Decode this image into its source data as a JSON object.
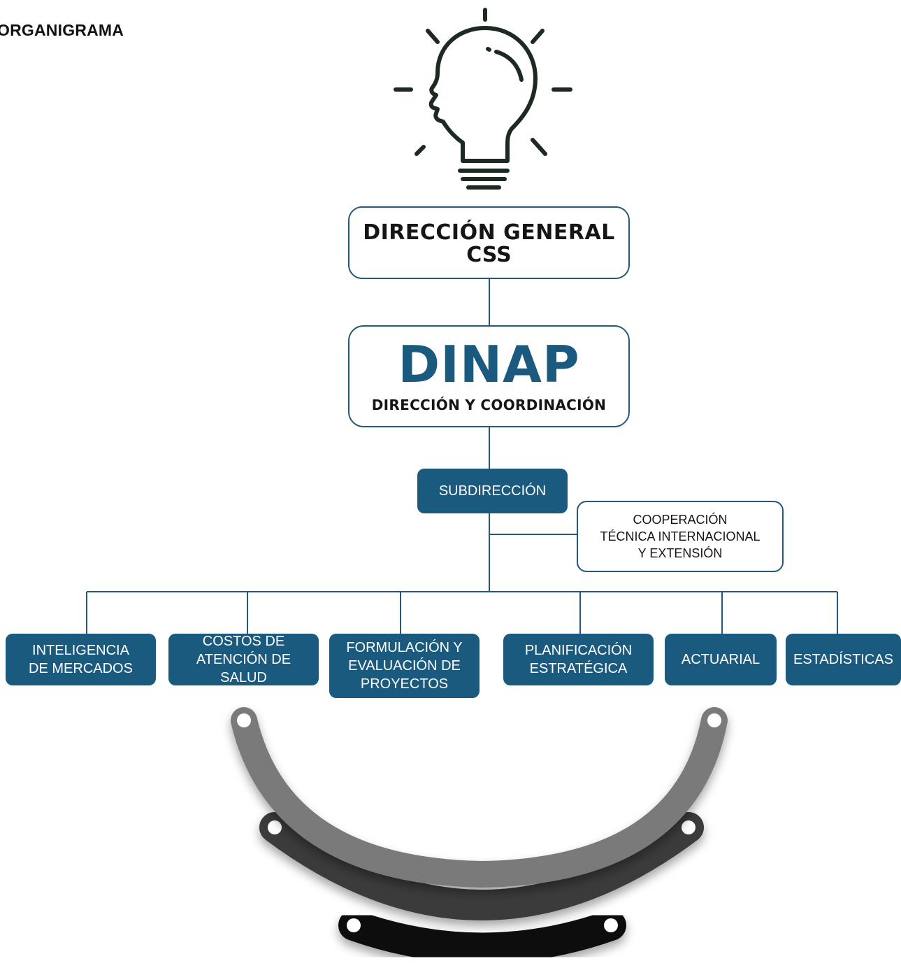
{
  "page": {
    "title": "ORGANIGRAMA"
  },
  "top": {
    "direccion_general": {
      "line1": "DIRECCIÓN GENERAL",
      "line2": "CSS"
    }
  },
  "dinap": {
    "acronym": "DINAP",
    "subtitle": "DIRECCIÓN Y COORDINACIÓN"
  },
  "subdireccion": {
    "label": "SUBDIRECCIÓN"
  },
  "cooperacion": {
    "label": "COOPERACIÓN\nTÉCNICA INTERNACIONAL\nY EXTENSIÓN"
  },
  "units": [
    {
      "label": "INTELIGENCIA\nDE MERCADOS"
    },
    {
      "label": "COSTOS DE\nATENCIÓN DE SALUD"
    },
    {
      "label": "FORMULACIÓN Y\nEVALUACIÓN DE\nPROYECTOS"
    },
    {
      "label": "PLANIFICACIÓN\nESTRATÉGICA"
    },
    {
      "label": "ACTUARIAL"
    },
    {
      "label": "ESTADÍSTICAS"
    }
  ],
  "colors": {
    "primary_blue": "#1b5a7f",
    "connector": "#26587c",
    "icon_dark": "#1c2a22",
    "arc_light": "#7a7a7a",
    "arc_mid": "#3a3a3a",
    "arc_dark": "#111111"
  },
  "icons": {
    "header_icon": "lightbulb-head-icon"
  }
}
